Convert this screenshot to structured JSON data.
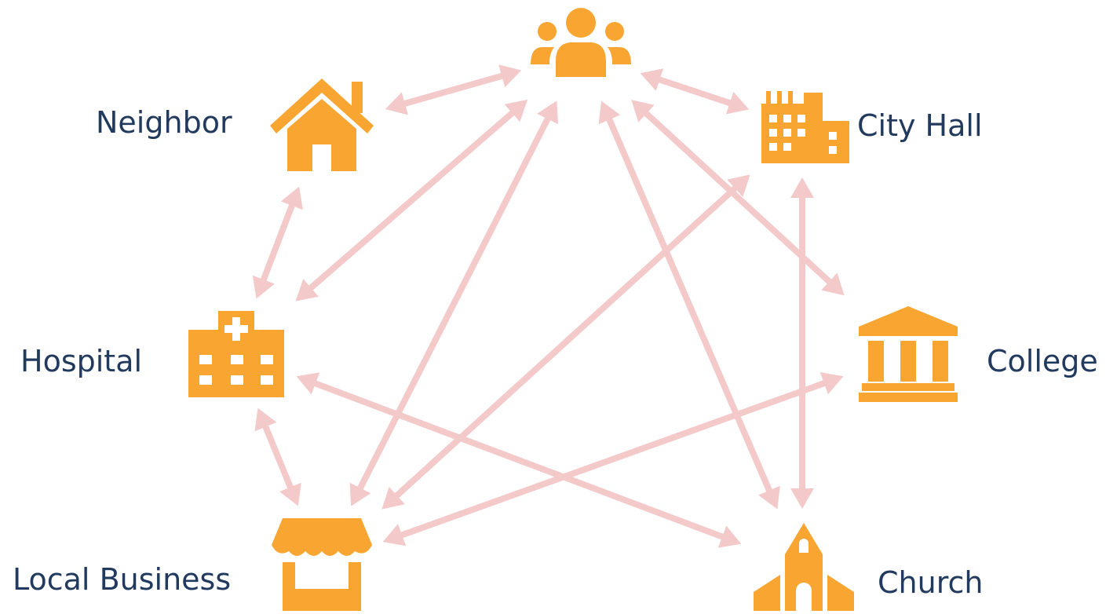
{
  "colors": {
    "icon": "#f9a532",
    "edge": "#f3c9c9",
    "label": "#223a5e"
  },
  "nodes": [
    {
      "id": "community",
      "label": "",
      "icon": "people-group-icon"
    },
    {
      "id": "neighbor",
      "label": "Neighbor",
      "icon": "house-icon"
    },
    {
      "id": "city_hall",
      "label": "City Hall",
      "icon": "city-building-icon"
    },
    {
      "id": "hospital",
      "label": "Hospital",
      "icon": "hospital-icon"
    },
    {
      "id": "college",
      "label": "College",
      "icon": "columned-building-icon"
    },
    {
      "id": "local_business",
      "label": "Local Business",
      "icon": "storefront-icon"
    },
    {
      "id": "church",
      "label": "Church",
      "icon": "church-icon"
    }
  ],
  "edges": [
    [
      "community",
      "neighbor"
    ],
    [
      "community",
      "city_hall"
    ],
    [
      "community",
      "hospital"
    ],
    [
      "community",
      "local_business"
    ],
    [
      "community",
      "church"
    ],
    [
      "community",
      "college"
    ],
    [
      "neighbor",
      "hospital"
    ],
    [
      "hospital",
      "local_business"
    ],
    [
      "hospital",
      "church"
    ],
    [
      "city_hall",
      "local_business"
    ],
    [
      "city_hall",
      "church"
    ],
    [
      "college",
      "local_business"
    ]
  ]
}
